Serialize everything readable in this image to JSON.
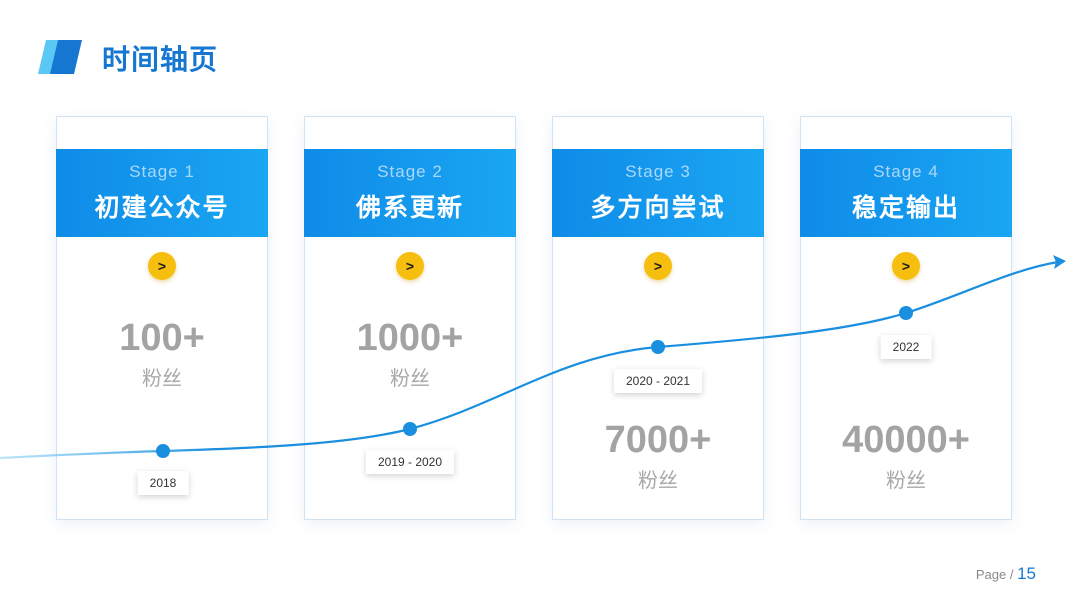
{
  "slide": {
    "title": "时间轴页",
    "accent_color": "#1677d2",
    "highlight_color": "#f6be0e"
  },
  "stages": [
    {
      "label": "Stage 1",
      "name": "初建公众号",
      "value": "100+",
      "unit": "粉丝",
      "year": "2018",
      "arrow": ">"
    },
    {
      "label": "Stage 2",
      "name": "佛系更新",
      "value": "1000+",
      "unit": "粉丝",
      "year": "2019 - 2020",
      "arrow": ">"
    },
    {
      "label": "Stage 3",
      "name": "多方向尝试",
      "value": "7000+",
      "unit": "粉丝",
      "year": "2020 - 2021",
      "arrow": ">"
    },
    {
      "label": "Stage 4",
      "name": "稳定输出",
      "value": "40000+",
      "unit": "粉丝",
      "year": "2022",
      "arrow": ">"
    }
  ],
  "footer": {
    "page_label": "Page /",
    "page_number": "15"
  }
}
